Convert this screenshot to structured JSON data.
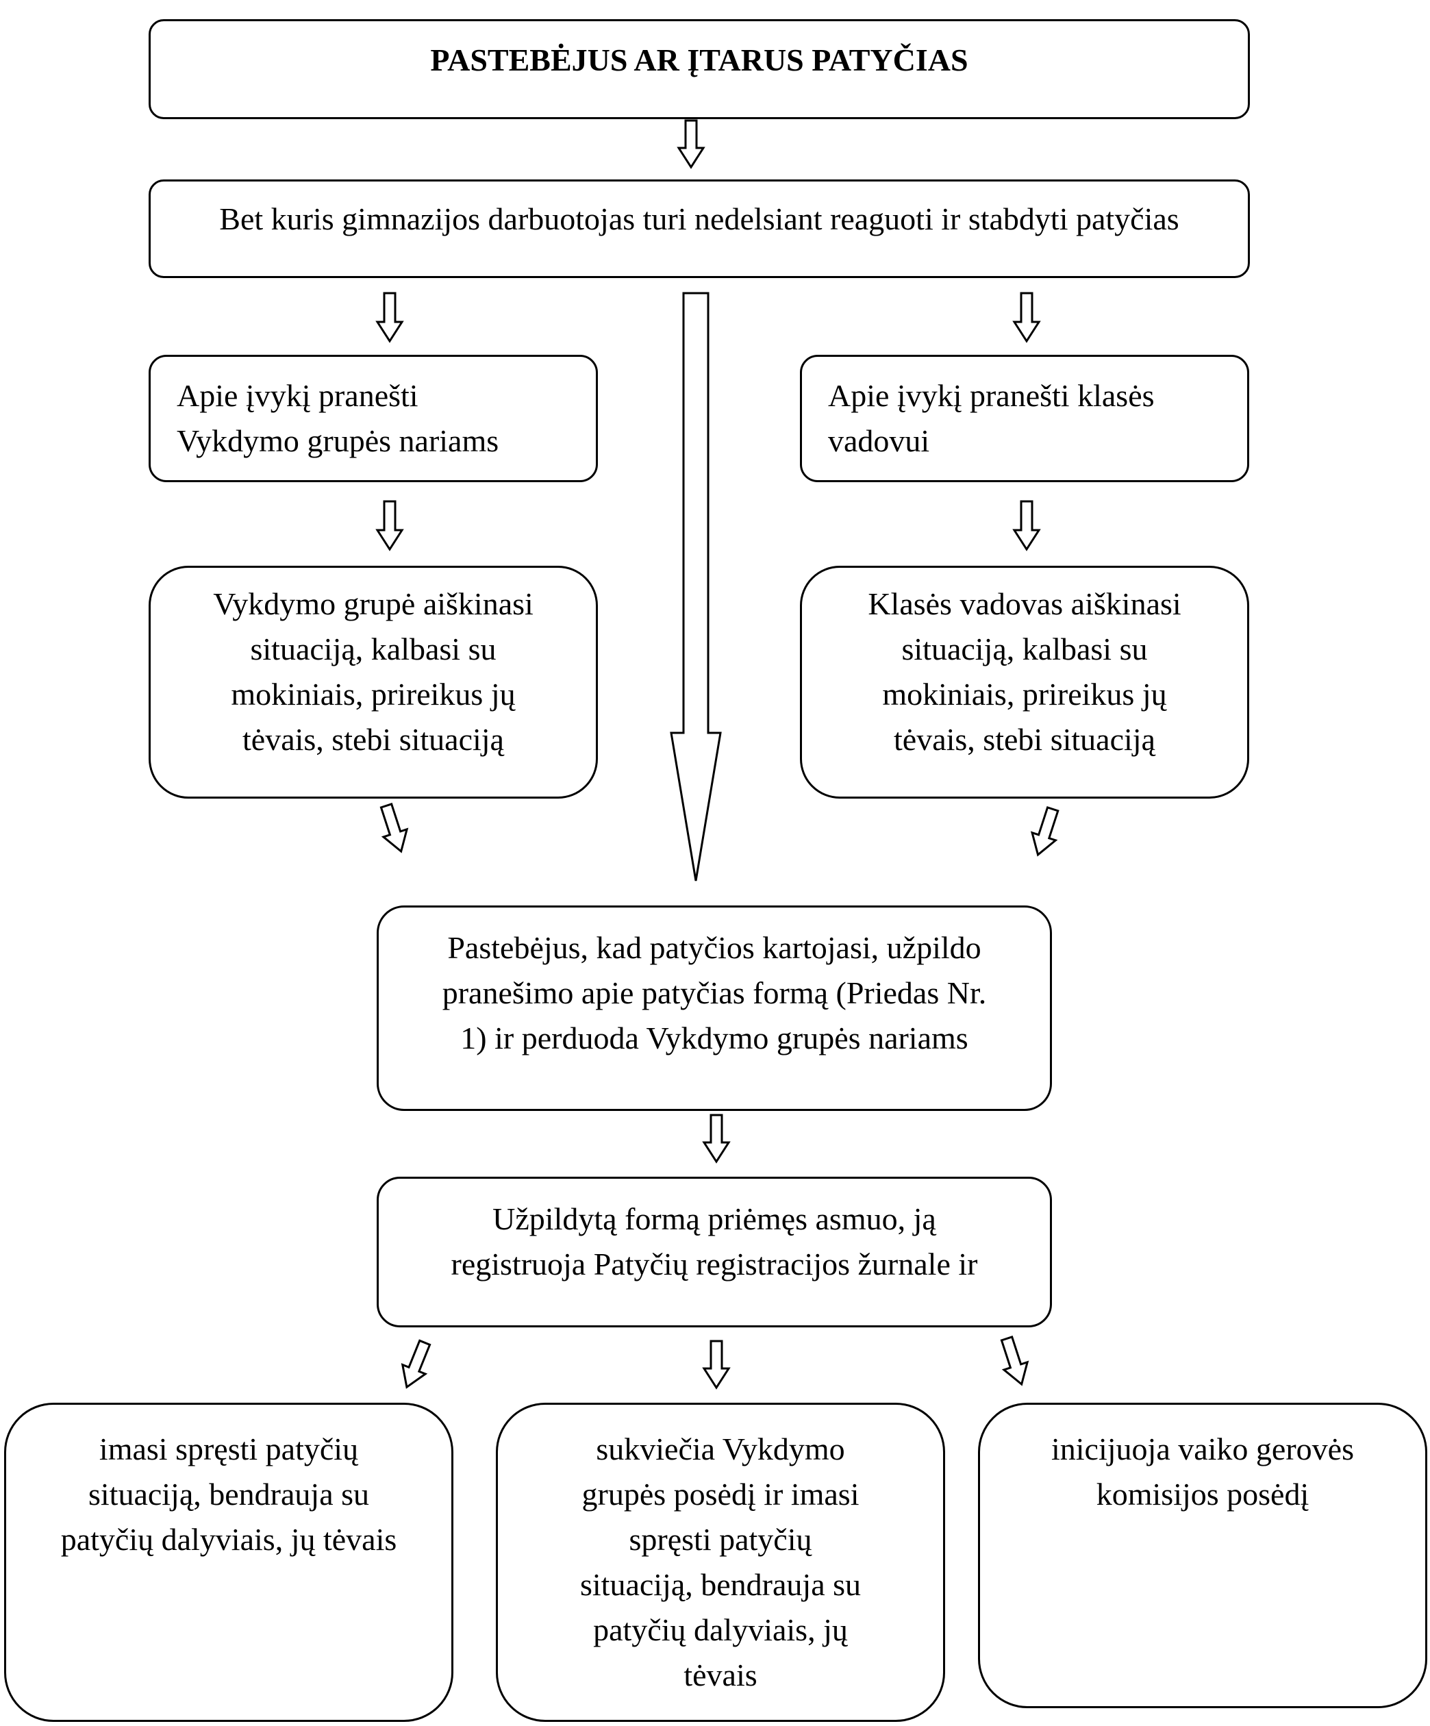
{
  "title": "PASTEBĖJUS AR ĮTARUS PATYČIAS",
  "step_react": "Bet kuris gimnazijos darbuotojas turi nedelsiant reaguoti ir stabdyti patyčias",
  "left_branch": {
    "report": [
      "Apie įvykį pranešti",
      "Vykdymo grupės nariams"
    ],
    "investigate": [
      "Vykdymo grupė aiškinasi",
      "situaciją, kalbasi su",
      "mokiniais, prireikus jų",
      "tėvais, stebi situaciją"
    ]
  },
  "right_branch": {
    "report": [
      "Apie įvykį pranešti klasės",
      "vadovui"
    ],
    "investigate": [
      "Klasės vadovas aiškinasi",
      "situaciją, kalbasi su",
      "mokiniais, prireikus jų",
      "tėvais, stebi situaciją"
    ]
  },
  "repeat_step": [
    "Pastebėjus, kad patyčios kartojasi, užpildo",
    "pranešimo apie patyčias formą (Priedas Nr.",
    "1) ir perduoda Vykdymo grupės nariams"
  ],
  "register_step": [
    "Užpildytą formą priėmęs asmuo, ją",
    "registruoja Patyčių registracijos žurnale ir"
  ],
  "outcomes": {
    "left": [
      "imasi spręsti patyčių",
      "situaciją, bendrauja su",
      "patyčių dalyviais, jų tėvais"
    ],
    "middle": [
      "sukviečia Vykdymo",
      "grupės posėdį ir imasi",
      "spręsti patyčių",
      "situaciją, bendrauja su",
      "patyčių dalyviais, jų",
      "tėvais"
    ],
    "right": [
      "inicijuoja vaiko gerovės",
      "komisijos posėdį"
    ]
  }
}
